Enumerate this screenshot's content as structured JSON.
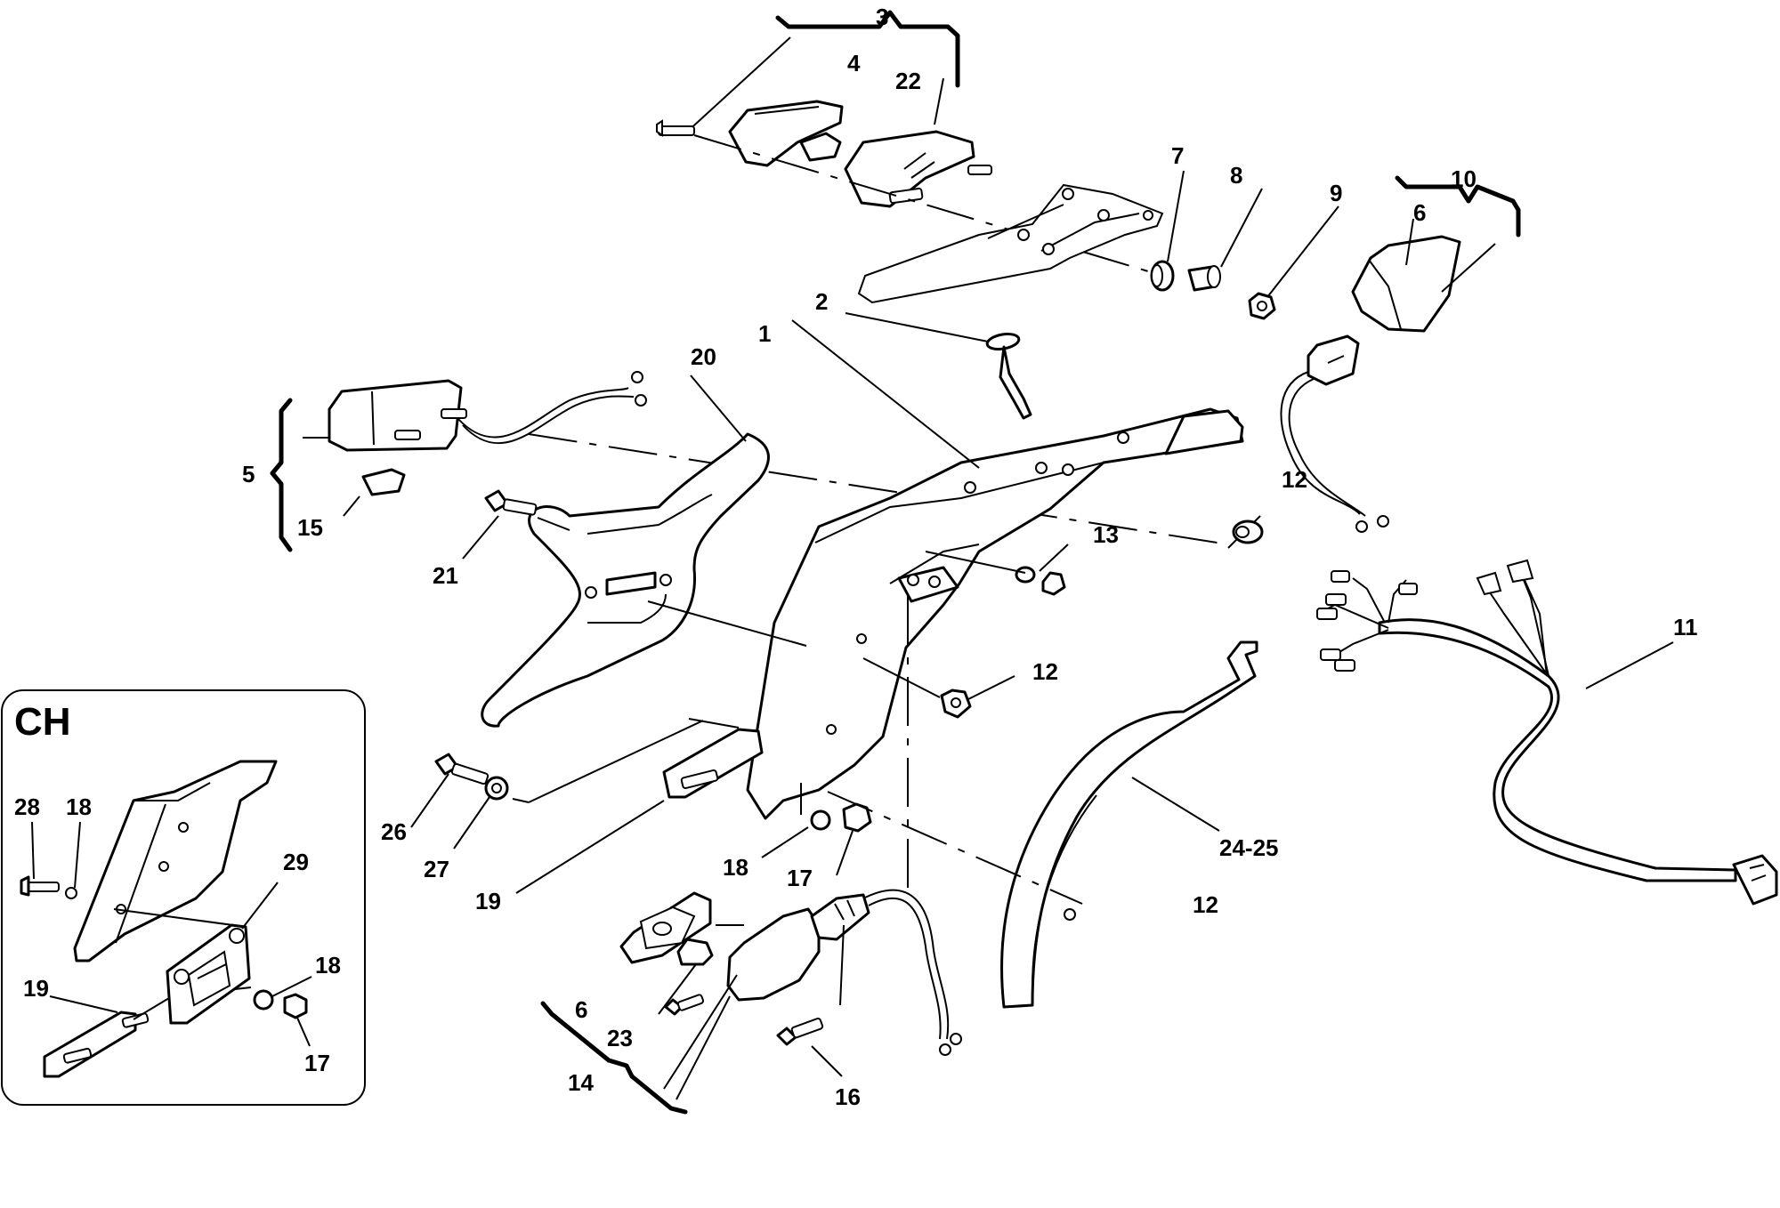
{
  "diagram": {
    "inset_title": "CH",
    "labels": {
      "l1": "1",
      "l2": "2",
      "l3": "3",
      "l4": "4",
      "l5": "5",
      "l6a": "6",
      "l6b": "6",
      "l7": "7",
      "l8": "8",
      "l9": "9",
      "l10": "10",
      "l11": "11",
      "l12a": "12",
      "l12b": "12",
      "l12c": "12",
      "l13": "13",
      "l14": "14",
      "l15": "15",
      "l16": "16",
      "l17a": "17",
      "l18a": "18",
      "l19a": "19",
      "l20": "20",
      "l21": "21",
      "l22": "22",
      "l23": "23",
      "l24": "24-25",
      "l26": "26",
      "l27": "27",
      "i28": "28",
      "i18a": "18",
      "i29": "29",
      "i18b": "18",
      "i19": "19",
      "i17": "17"
    }
  }
}
